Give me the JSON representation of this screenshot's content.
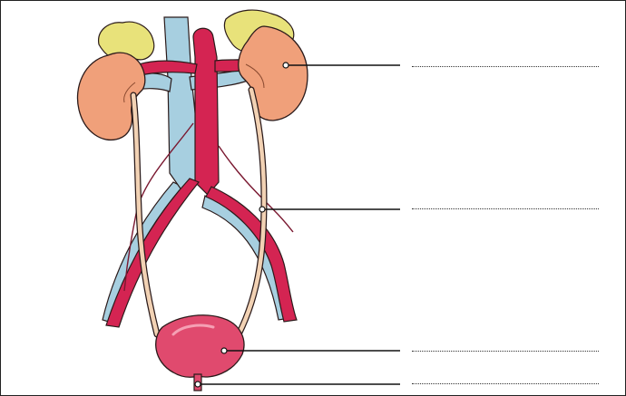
{
  "diagram": {
    "subject": "urinary-system",
    "labels": [
      {
        "id": "kidney",
        "text": ""
      },
      {
        "id": "ureter",
        "text": ""
      },
      {
        "id": "bladder",
        "text": ""
      },
      {
        "id": "urethra",
        "text": ""
      }
    ],
    "colors": {
      "kidney": "#f0a07a",
      "adrenal": "#e8e27a",
      "artery": "#d42452",
      "vein": "#a7cfe0",
      "ureter": "#f2d2b4",
      "bladder": "#e04a6e",
      "outline": "#2a1a1a"
    }
  }
}
